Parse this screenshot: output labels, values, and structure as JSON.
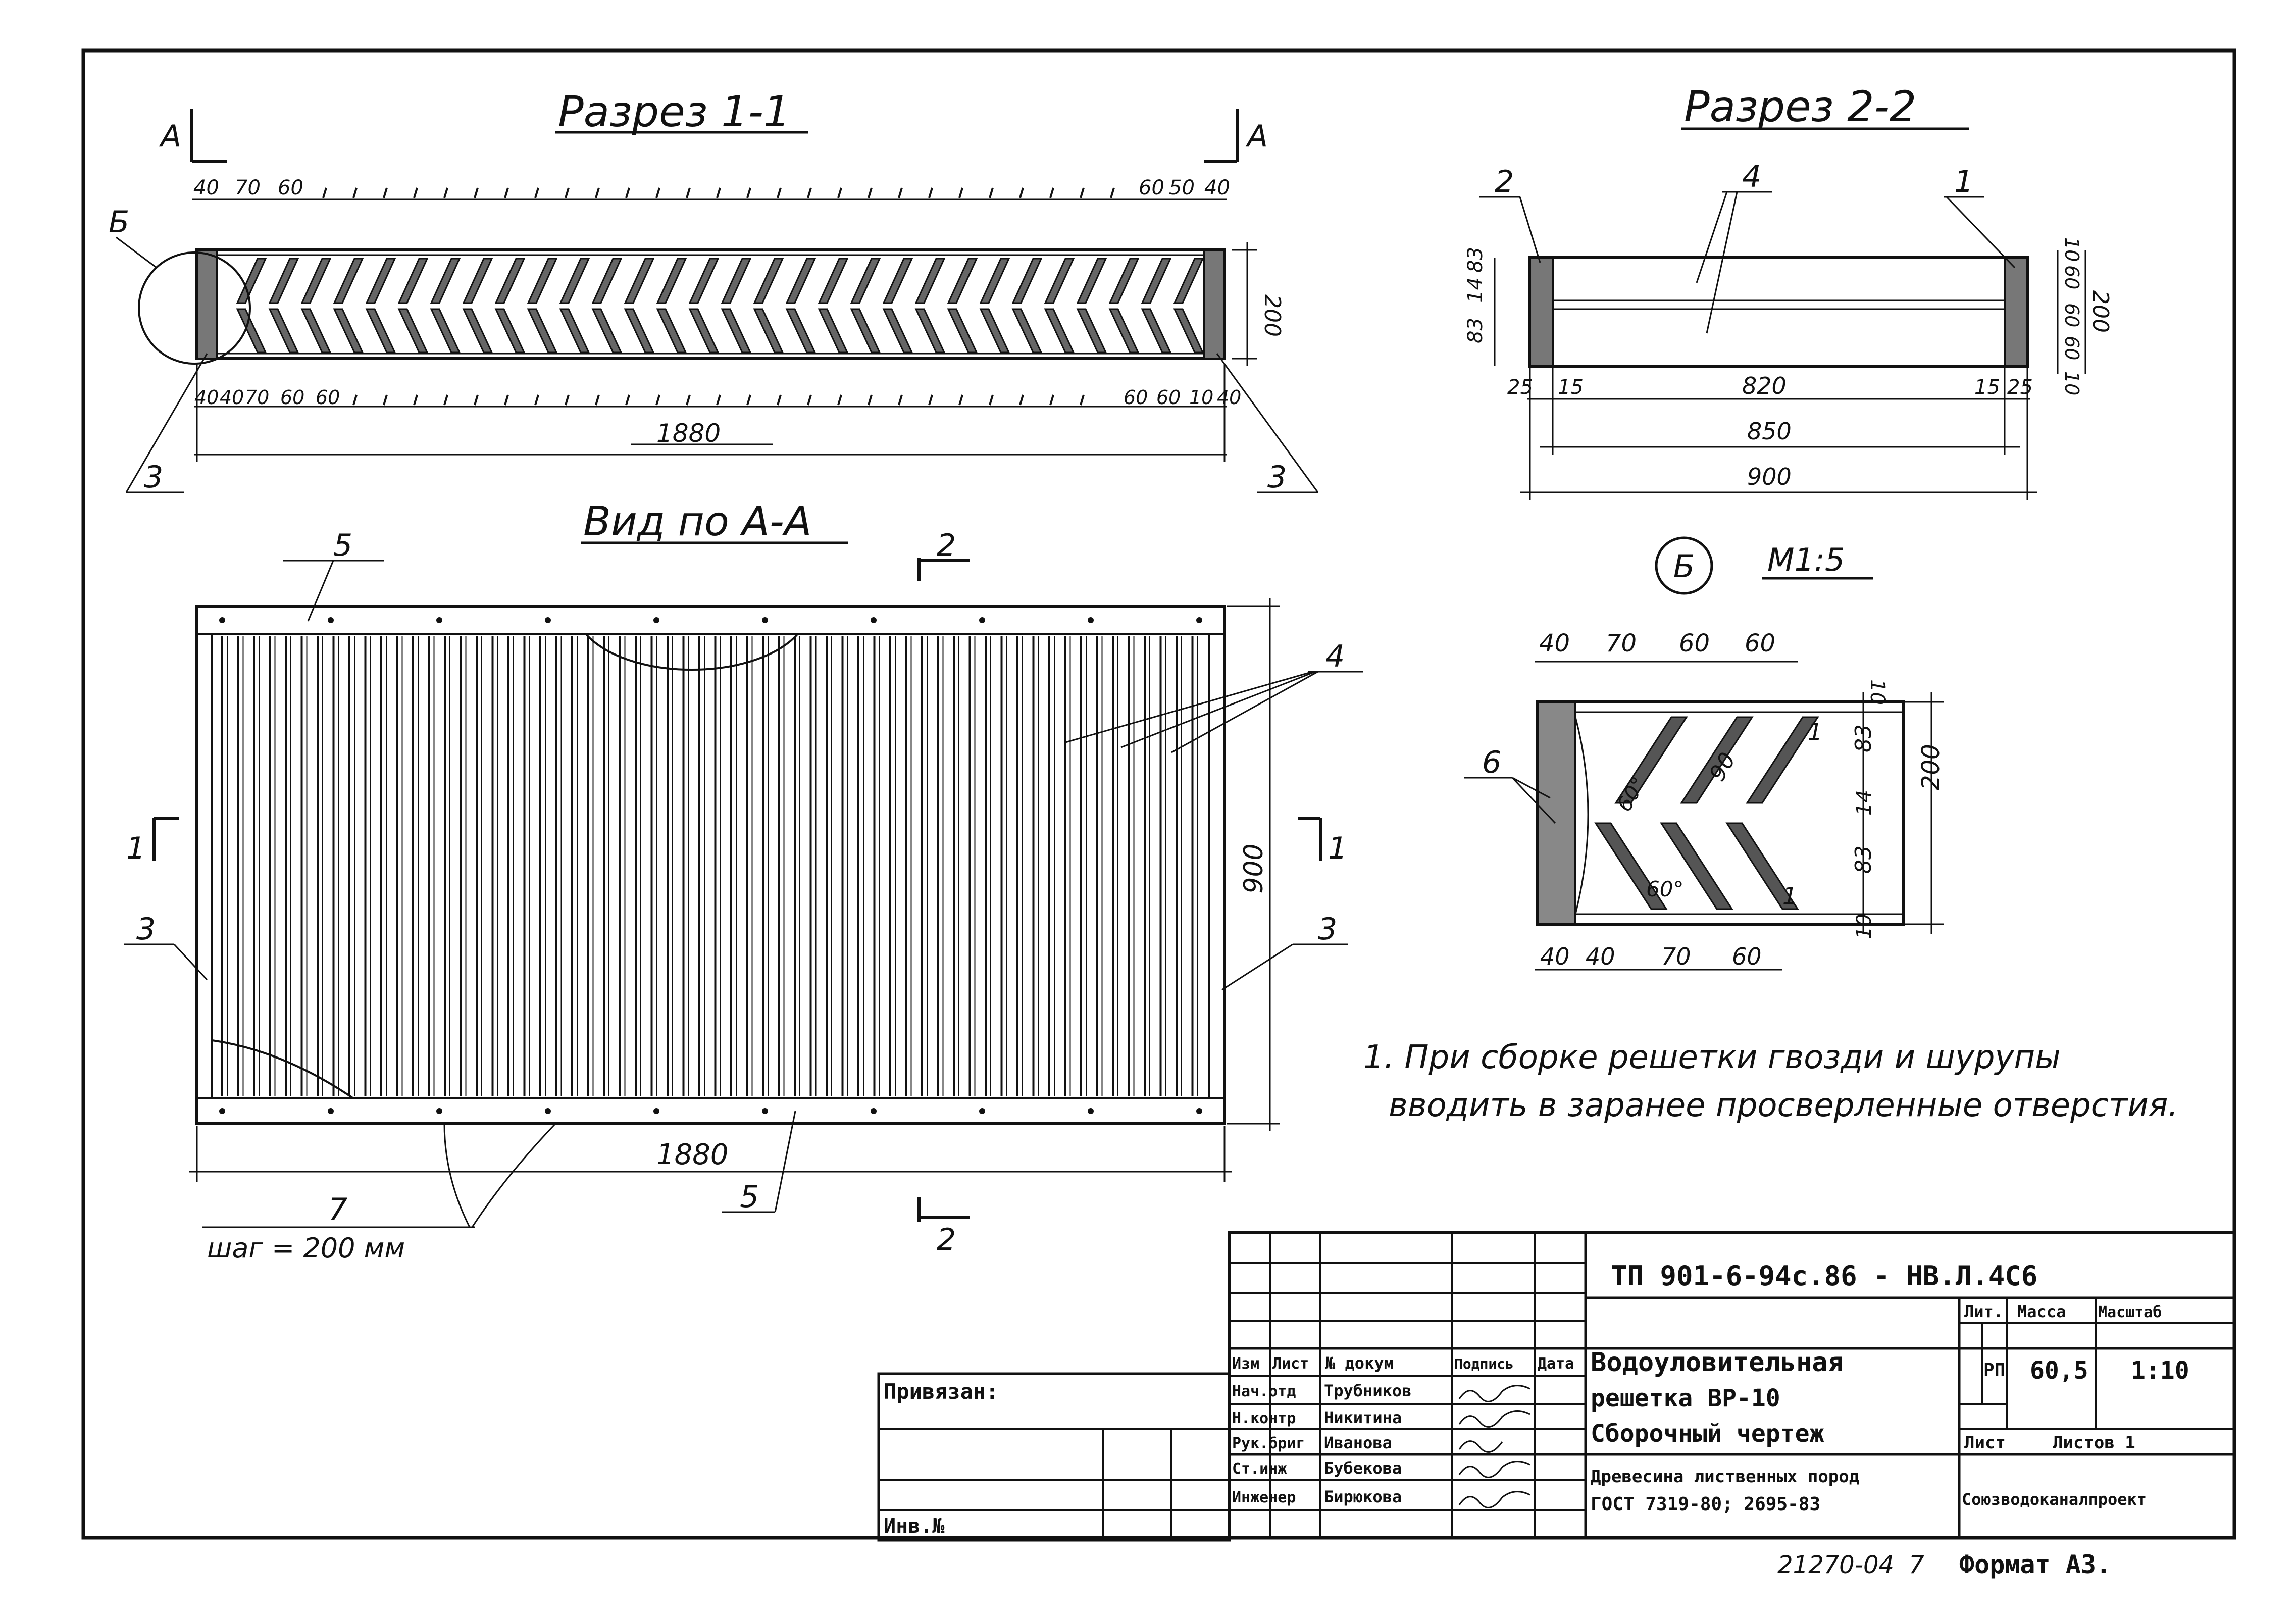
{
  "section_1_1": {
    "title": "Разрез 1-1",
    "marker": "А",
    "top_dims": [
      "40",
      "70",
      "60",
      "60",
      "50",
      "40"
    ],
    "top_dims_count": 30,
    "bottom_dims": [
      "40",
      "40",
      "70",
      "60",
      "60",
      "60",
      "60",
      "10",
      "40"
    ],
    "right_dim": "200",
    "overall_dim": "1880",
    "callout_b": "Б",
    "callout_3": "3"
  },
  "section_2_2": {
    "title": "Разрез 2-2",
    "callout_2": "2",
    "callout_4": "4",
    "callout_1": "1",
    "left_dims": [
      "83",
      "14",
      "83"
    ],
    "right_dims": [
      "10",
      "60",
      "60",
      "60",
      "10"
    ],
    "right_overall": "200",
    "bottom_dims": [
      "25",
      "15",
      "820",
      "15",
      "25"
    ],
    "dim_850": "850",
    "dim_900": "900"
  },
  "view_aa": {
    "title": "Вид по А-А",
    "callout_5": "5",
    "callout_4": "4",
    "callout_3": "3",
    "callout_7": "7",
    "pitch_label": "шаг = 200 мм",
    "section_mark_1": "1",
    "section_mark_2": "2",
    "dim_height": "900",
    "dim_width": "1880"
  },
  "detail_b": {
    "circle_label": "Б",
    "scale": "М1:5",
    "top_dims": [
      "40",
      "70",
      "60",
      "60"
    ],
    "bottom_dims": [
      "40",
      "40",
      "70",
      "60"
    ],
    "right_dims": [
      "10",
      "83",
      "14",
      "83",
      "10"
    ],
    "right_overall": "200",
    "diag_90": "90",
    "angle_60a": "60°",
    "angle_60b": "60°",
    "callout_6": "6",
    "callout_1a": "1",
    "callout_1b": "1"
  },
  "notes": {
    "line1": "1. При сборке решетки гвозди и шурупы",
    "line2": "вводить в заранее просверленные отверстия."
  },
  "title_block": {
    "privyazan": "Привязан:",
    "inv_no": "Инв.№",
    "headers": [
      "Изм",
      "Лист",
      "№ докум",
      "Подпись",
      "Дата"
    ],
    "roles": [
      "Нач.отд",
      "Н.контр",
      "Рук.бриг",
      "Ст.инж",
      "Инженер"
    ],
    "names": [
      "Трубников",
      "Никитина",
      "Иванова",
      "Бубекова",
      "Бирюкова"
    ],
    "doc_code": "ТП 901-6-94с.86 - НВ.Л.4С6",
    "name_line1": "Водоуловительная",
    "name_line2": "решетка ВР-10",
    "name_line3": "Сборочный чертеж",
    "material_line1": "Древесина лиственных пород",
    "material_line2": "ГОСТ 7319-80; 2695-83",
    "col_lit": "Лит.",
    "col_mass": "Масса",
    "col_scale": "Масштаб",
    "val_lit": "РП",
    "val_mass": "60,5",
    "val_scale": "1:10",
    "sheet_label": "Лист",
    "sheets_label": "Листов 1",
    "org": "Союзводоканалпроект",
    "inv_number": "21270-04",
    "sheet_number": "7",
    "format": "Формат А3."
  }
}
